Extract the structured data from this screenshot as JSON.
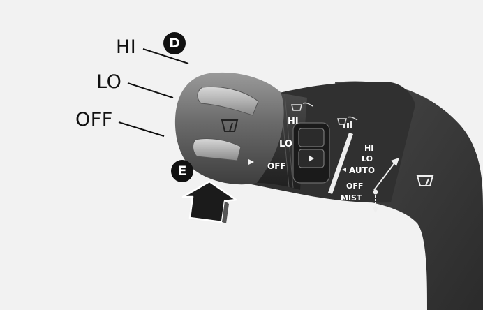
{
  "callouts": {
    "hi": "HI",
    "lo": "LO",
    "off": "OFF"
  },
  "badges": {
    "d": "D",
    "e": "E"
  },
  "switch_labels": {
    "front": {
      "hi": "HI",
      "lo": "LO",
      "off": "OFF"
    },
    "rear": {
      "hi": "HI",
      "lo": "LO",
      "auto": "AUTO",
      "off": "OFF",
      "mist": "MIST"
    }
  },
  "icons": [
    "front-wiper-icon",
    "washer-icon",
    "rear-wiper-icon",
    "push-arrow-icon"
  ],
  "colors": {
    "background": "#f2f2f2",
    "stalk": "#3a3a3a",
    "tip": "#6e6e6e",
    "labels": "#ffffff"
  }
}
